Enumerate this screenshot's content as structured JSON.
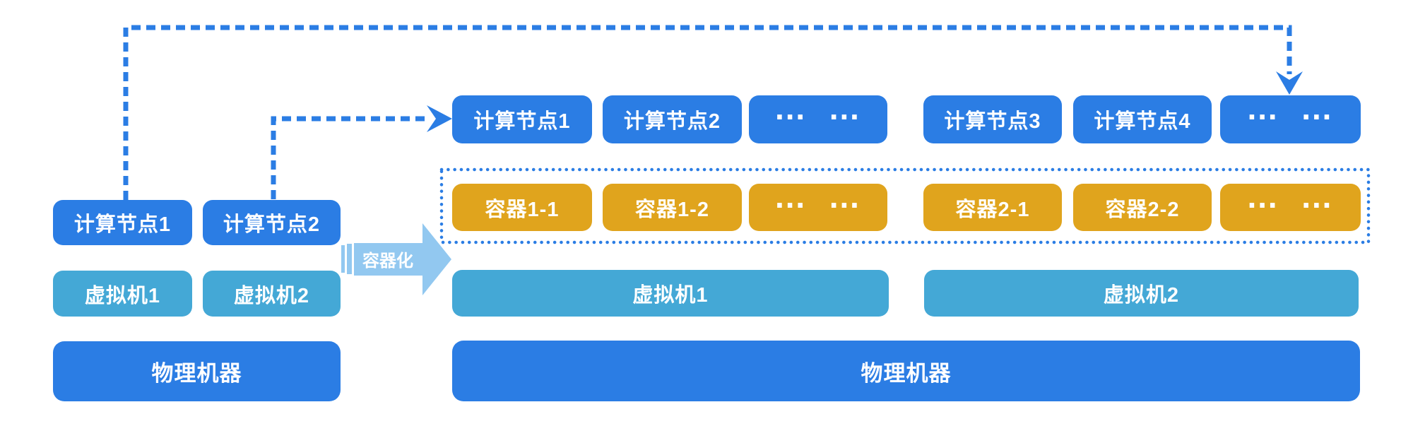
{
  "diagram": {
    "title_hint": "containerization-migration-diagram",
    "before": {
      "compute_nodes": [
        "计算节点1",
        "计算节点2"
      ],
      "vms": [
        "虚拟机1",
        "虚拟机2"
      ],
      "physical": "物理机器"
    },
    "arrow_label": "容器化",
    "after": {
      "compute_nodes": [
        "计算节点1",
        "计算节点2",
        "… …",
        "计算节点3",
        "计算节点4",
        "… …"
      ],
      "containers": [
        "容器1-1",
        "容器1-2",
        "… …",
        "容器2-1",
        "容器2-2",
        "… …"
      ],
      "vms": [
        "虚拟机1",
        "虚拟机2"
      ],
      "physical": "物理机器"
    },
    "colors": {
      "node_blue": "#2b7de4",
      "container_orange": "#e0a41d",
      "vm_teal": "#44a8d6",
      "connector_blue": "#2b7de4",
      "arrow_light_blue": "#92c8f0"
    }
  }
}
